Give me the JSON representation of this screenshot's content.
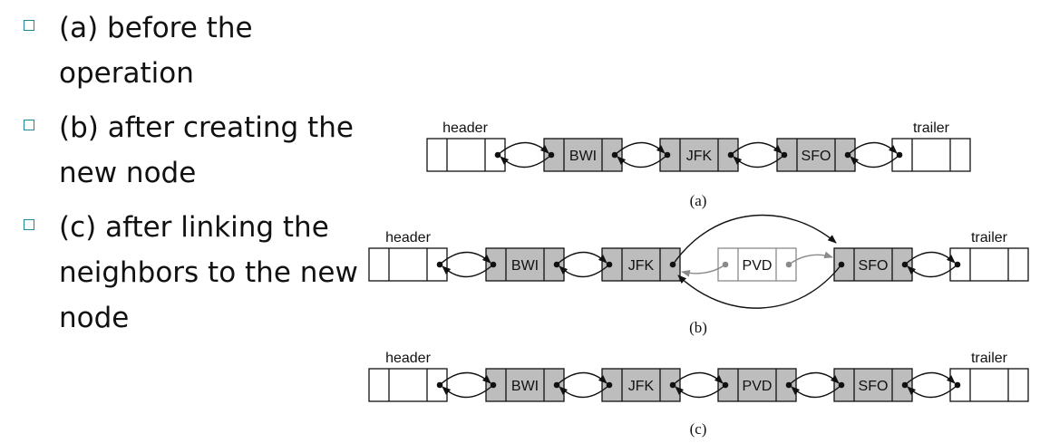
{
  "bullets": [
    {
      "text": "(a) before the operation"
    },
    {
      "text": "(b) after creating the new node"
    },
    {
      "text": "(c) after linking the neighbors to the new node"
    }
  ],
  "diagram": {
    "header_label": "header",
    "trailer_label": "trailer",
    "nodes_a": [
      "BWI",
      "JFK",
      "SFO"
    ],
    "nodes_b": [
      "BWI",
      "JFK",
      "PVD",
      "SFO"
    ],
    "nodes_c": [
      "BWI",
      "JFK",
      "PVD",
      "SFO"
    ],
    "captions": [
      "(a)",
      "(b)",
      "(c)"
    ],
    "colors": {
      "node_fill": "#bdbdbd",
      "new_node_stroke": "#8a8a8a",
      "bullet_box": "#1f8a9a"
    }
  }
}
